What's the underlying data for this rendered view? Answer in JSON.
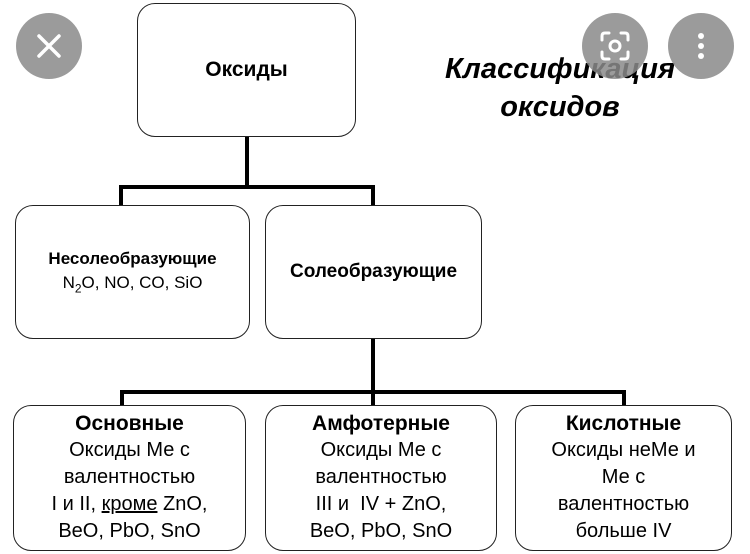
{
  "heading": {
    "line1": "Классификация",
    "line2": "оксидов"
  },
  "root": {
    "title": "Оксиды"
  },
  "nonsalt": {
    "title": "Несолеобразующие",
    "examples_pre": "N",
    "examples_sub": "2",
    "examples_post": "O, NO, CO, SiO"
  },
  "salt": {
    "title": "Солеобразующие"
  },
  "basic": {
    "title": "Основные",
    "line1": "Оксиды Ме с",
    "line2": "валентностью",
    "line3_pre": "I и II, ",
    "line3_underlined": "кроме",
    "line3_post": " ZnO,",
    "line4": "BeO, PbO, SnO"
  },
  "amphoteric": {
    "title": "Амфотерные",
    "line1": "Оксиды Ме с",
    "line2": "валентностью",
    "line3": "III и  IV + ZnO,",
    "line4": "BeO, PbO, SnO"
  },
  "acidic": {
    "title": "Кислотные",
    "line1": "Оксиды неМе и",
    "line2": "Ме с",
    "line3": "валентностью",
    "line4": "больше IV"
  },
  "overlay": {
    "close_icon": "close-icon",
    "lens_icon": "lens-icon",
    "more_icon": "more-vertical-icon"
  }
}
